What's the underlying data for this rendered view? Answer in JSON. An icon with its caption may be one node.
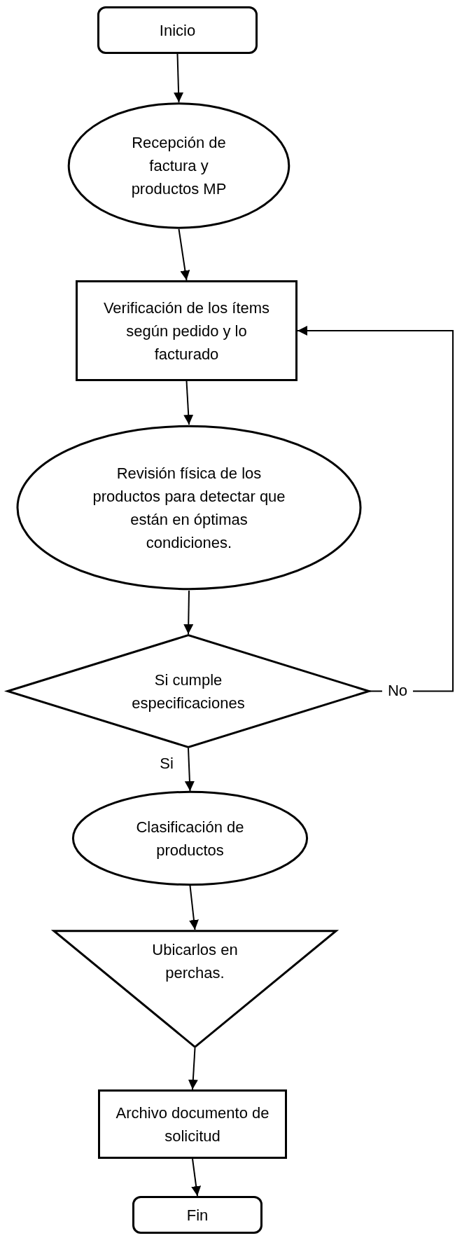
{
  "diagram": {
    "nodes": [
      {
        "text": [
          "Inicio"
        ]
      },
      {
        "text": [
          "Recepción de factura y productos MP"
        ]
      },
      {
        "text": [
          "Verificación de los ítems según pedido y lo facturado"
        ]
      },
      {
        "text": [
          "Revisión física de los productos para detectar que están en óptimas condiciones."
        ]
      },
      {
        "text": [
          "Si cumple especificaciones"
        ]
      },
      {
        "text": [
          "Clasificación de productos"
        ]
      },
      {
        "text": [
          "Ubicarlos en perchas."
        ]
      },
      {
        "text": [
          "Archivo documento de solicitud"
        ]
      },
      {
        "text": [
          "Fin"
        ]
      }
    ],
    "edges": [
      {
        "from": 0,
        "to": 1,
        "arrow": "to"
      },
      {
        "from": 1,
        "to": 2,
        "arrow": "to"
      },
      {
        "from": 2,
        "to": 3,
        "arrow": "to"
      },
      {
        "from": 3,
        "to": 4,
        "arrow": "to"
      },
      {
        "from": 4,
        "to": 5,
        "arrow": "to",
        "label": "Si"
      },
      {
        "from": 5,
        "to": 6,
        "arrow": "to"
      },
      {
        "from": 6,
        "to": 7,
        "arrow": "to"
      },
      {
        "from": 7,
        "to": 8,
        "arrow": "to"
      },
      {
        "from": 4,
        "to": 2,
        "arrow": "to",
        "label": "No"
      }
    ]
  }
}
